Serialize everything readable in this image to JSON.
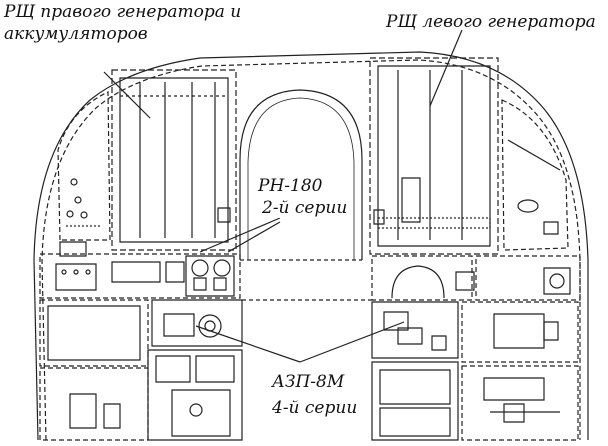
{
  "labels": {
    "right_gen_line1": "РЩ правого генератора и",
    "right_gen_line2": "аккумуляторов",
    "left_gen": "РЩ левого генератора",
    "rn180_line1": "РН-180",
    "rn180_line2": "2-й серии",
    "azp_line1": "АЗП-8М",
    "azp_line2": "4-й серии"
  }
}
